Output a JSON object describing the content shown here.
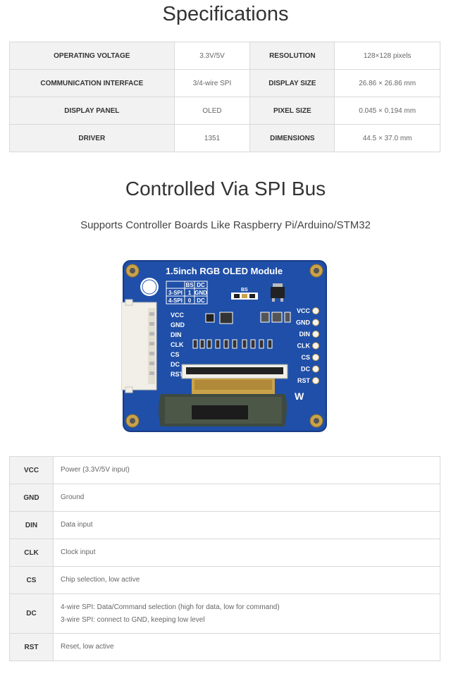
{
  "spec": {
    "title": "Specifications",
    "rows": [
      {
        "k1": "OPERATING VOLTAGE",
        "v1": "3.3V/5V",
        "k2": "RESOLUTION",
        "v2": "128×128 pixels"
      },
      {
        "k1": "COMMUNICATION INTERFACE",
        "v1": "3/4-wire SPI",
        "k2": "DISPLAY SIZE",
        "v2": "26.86 × 26.86 mm"
      },
      {
        "k1": "DISPLAY PANEL",
        "v1": "OLED",
        "k2": "PIXEL SIZE",
        "v2": "0.045 × 0.194 mm"
      },
      {
        "k1": "DRIVER",
        "v1": "1351",
        "k2": "DIMENSIONS",
        "v2": "44.5 × 37.0 mm"
      }
    ]
  },
  "spi": {
    "title": "Controlled Via SPI Bus",
    "subtitle": "Supports Controller Boards Like Raspberry Pi/Arduino/STM32"
  },
  "board": {
    "title": "1.5inch RGB OLED Module",
    "left_pins": [
      "VCC",
      "GND",
      "DIN",
      "CLK",
      "CS",
      "DC",
      "RST"
    ],
    "right_pins": [
      "VCC",
      "GND",
      "DIN",
      "CLK",
      "CS",
      "DC",
      "RST"
    ],
    "bs_table": {
      "h1": "BS",
      "h2": "DC",
      "r1": [
        "3-SPI",
        "1",
        "GND"
      ],
      "r2": [
        "4-SPI",
        "0",
        "DC"
      ]
    },
    "bs_label": "BS",
    "colors": {
      "pcb": "#1f4fa8",
      "pcb_dark": "#173c85",
      "silk": "#ffffff",
      "connector": "#f1efe8",
      "fpc": "#c9a24a",
      "screen": "#3e4a40"
    }
  },
  "pins": {
    "rows": [
      {
        "pin": "VCC",
        "desc": [
          "Power (3.3V/5V input)"
        ]
      },
      {
        "pin": "GND",
        "desc": [
          "Ground"
        ]
      },
      {
        "pin": "DIN",
        "desc": [
          "Data input"
        ]
      },
      {
        "pin": "CLK",
        "desc": [
          "Clock input"
        ]
      },
      {
        "pin": "CS",
        "desc": [
          "Chip selection, low active"
        ]
      },
      {
        "pin": "DC",
        "desc": [
          "4-wire SPI: Data/Command selection (high for data, low for command)",
          "3-wire SPI: connect to GND, keeping low level"
        ]
      },
      {
        "pin": "RST",
        "desc": [
          "Reset, low active"
        ]
      }
    ]
  }
}
